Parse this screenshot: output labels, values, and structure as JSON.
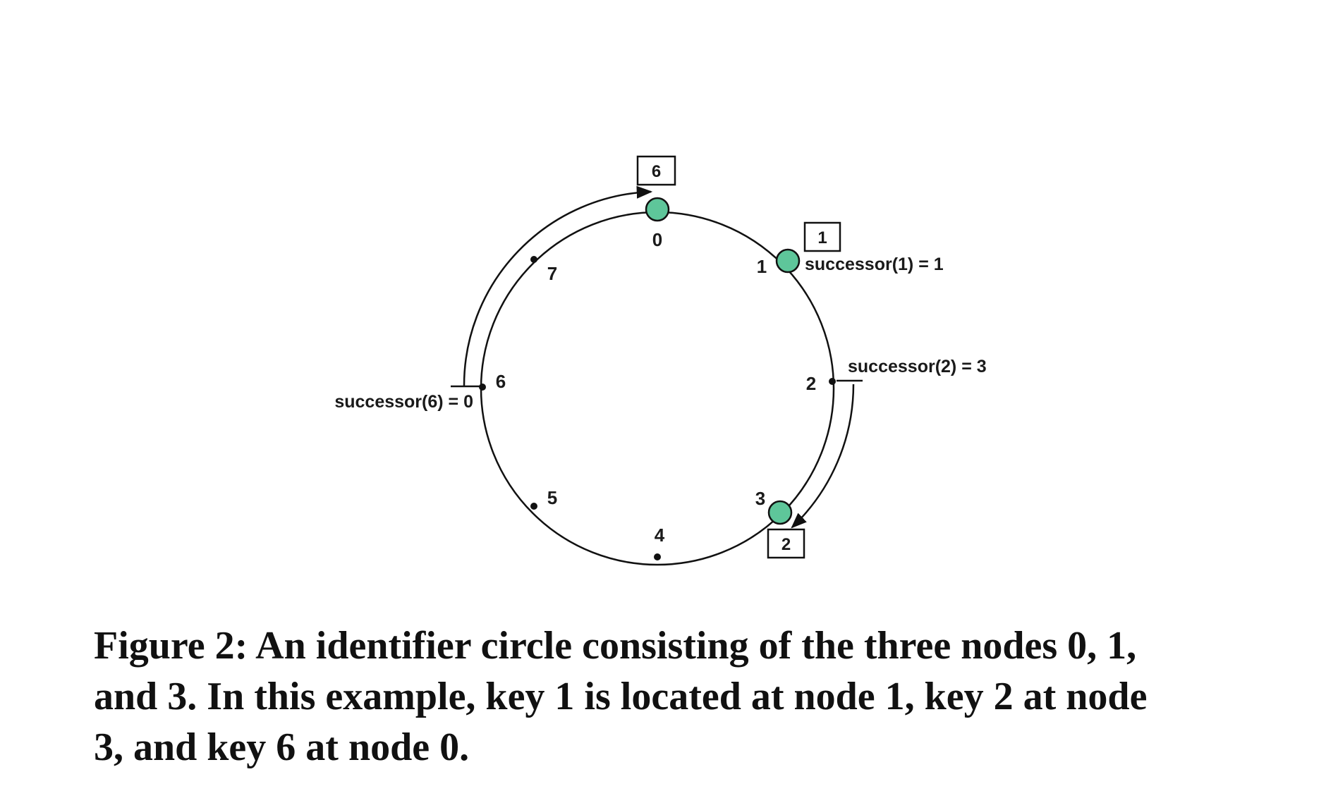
{
  "diagram": {
    "identifiers": [
      "0",
      "1",
      "2",
      "3",
      "4",
      "5",
      "6",
      "7"
    ],
    "nodes": [
      "0",
      "1",
      "3"
    ],
    "node_color": "#5ec69a",
    "keys": [
      {
        "label": "6",
        "node": "0"
      },
      {
        "label": "1",
        "node": "1"
      },
      {
        "label": "2",
        "node": "3"
      }
    ],
    "successor_labels": {
      "s1": "successor(1) = 1",
      "s2": "successor(2) = 3",
      "s6": "successor(6) = 0"
    }
  },
  "caption": {
    "line1": "Figure 2:  An identifier circle consisting of the three nodes 0, 1,",
    "line2": "and 3. In this example, key 1 is located at node 1, key 2 at node",
    "line3": "3, and key 6 at node 0."
  }
}
